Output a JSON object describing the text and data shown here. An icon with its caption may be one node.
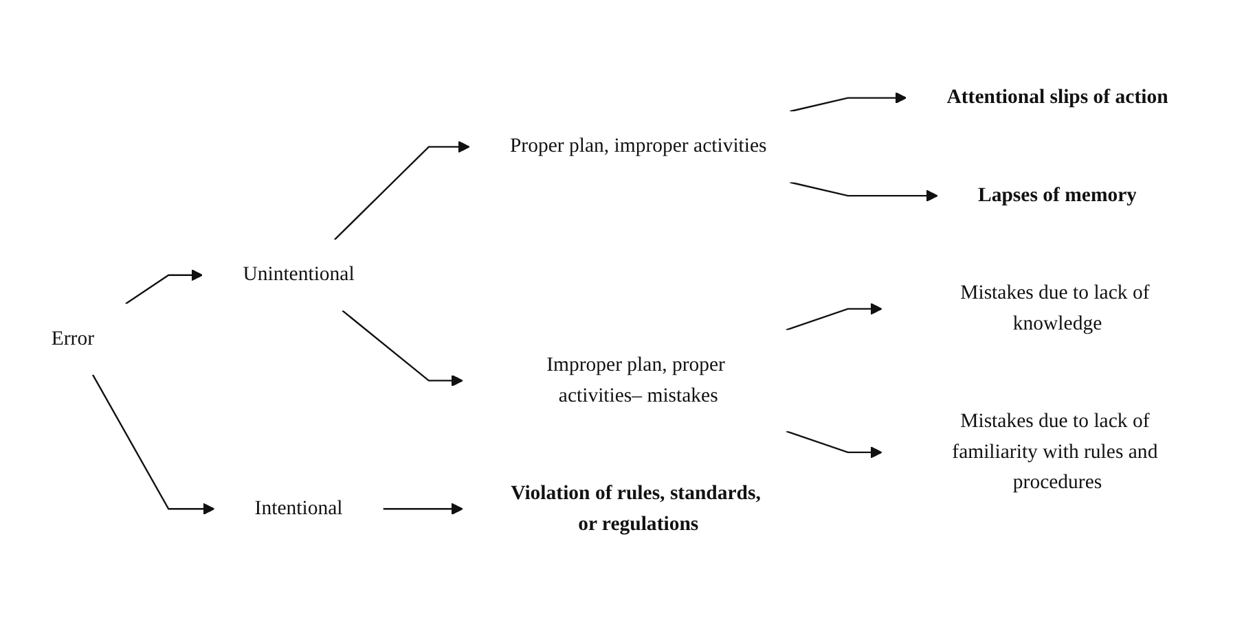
{
  "diagram": {
    "nodes": [
      {
        "text": [
          "Error"
        ]
      },
      {
        "text": [
          "Unintentional"
        ]
      },
      {
        "text": [
          "Intentional"
        ]
      },
      {
        "text": [
          "Proper plan, improper activities"
        ]
      },
      {
        "text": [
          "Improper plan, proper activities– mistakes"
        ]
      },
      {
        "text": [
          "Attentional slips of action"
        ]
      },
      {
        "text": [
          "Lapses of memory"
        ]
      },
      {
        "text": [
          "Mistakes due to lack of knowledge"
        ]
      },
      {
        "text": [
          "Mistakes due to lack of familiarity with rules and procedures"
        ]
      },
      {
        "text": [
          "Violation of rules, standards, or regulations"
        ]
      }
    ],
    "edges": [
      {
        "from": 0,
        "to": 1,
        "arrow": "to"
      },
      {
        "from": 0,
        "to": 2,
        "arrow": "to"
      },
      {
        "from": 1,
        "to": 3,
        "arrow": "to"
      },
      {
        "from": 1,
        "to": 4,
        "arrow": "to"
      },
      {
        "from": 3,
        "to": 5,
        "arrow": "to"
      },
      {
        "from": 3,
        "to": 6,
        "arrow": "to"
      },
      {
        "from": 4,
        "to": 7,
        "arrow": "to"
      },
      {
        "from": 4,
        "to": 8,
        "arrow": "to"
      },
      {
        "from": 2,
        "to": 9,
        "arrow": "to"
      }
    ]
  }
}
